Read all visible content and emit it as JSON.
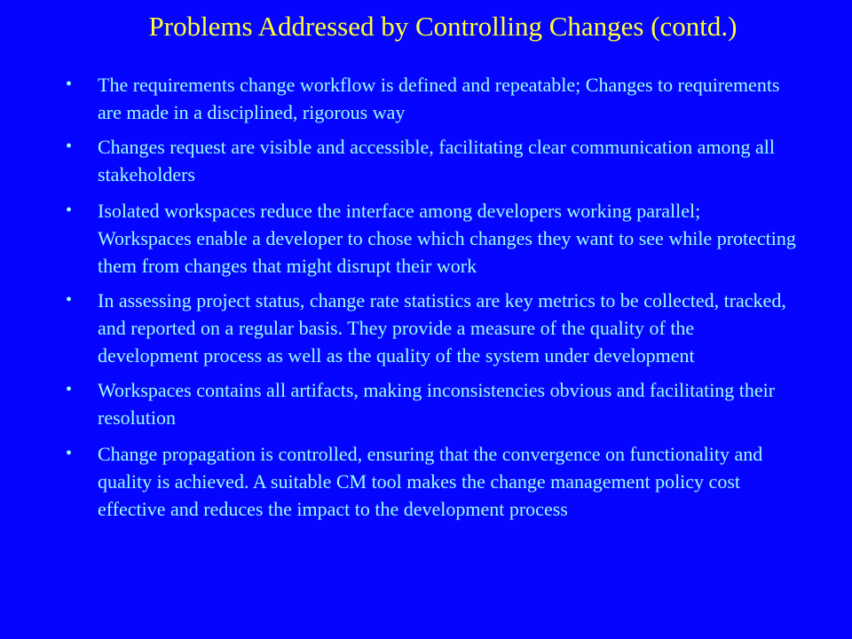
{
  "slide": {
    "title": "Problems Addressed by Controlling Changes (contd.)",
    "bullets": [
      {
        "marker": "•",
        "text": "The requirements change workflow is defined and repeatable; Changes to requirements are made in a disciplined, rigorous way"
      },
      {
        "marker": "•",
        "text": "Changes request are visible and accessible, facilitating clear communication among all stakeholders"
      },
      {
        "marker": "•",
        "text": "Isolated workspaces reduce the interface among developers working parallel; Workspaces enable a developer to chose which changes they want to see while protecting them from changes that might disrupt their work"
      },
      {
        "marker": "•",
        "text": "In assessing project status, change rate statistics are key metrics to be collected, tracked, and reported on a regular basis. They provide a measure of the quality of the development process as well as the quality of the system under development"
      },
      {
        "marker": "•",
        "text": "Workspaces contains all artifacts, making inconsistencies obvious and facilitating their resolution"
      },
      {
        "marker": "•",
        "text": "Change propagation is controlled, ensuring that the convergence on functionality and quality is achieved. A suitable CM tool makes the change management policy cost effective and reduces the impact to the development process"
      }
    ]
  },
  "colors": {
    "background": "#0505FF",
    "title": "#FFFF33",
    "body_text": "#99FFFF"
  }
}
